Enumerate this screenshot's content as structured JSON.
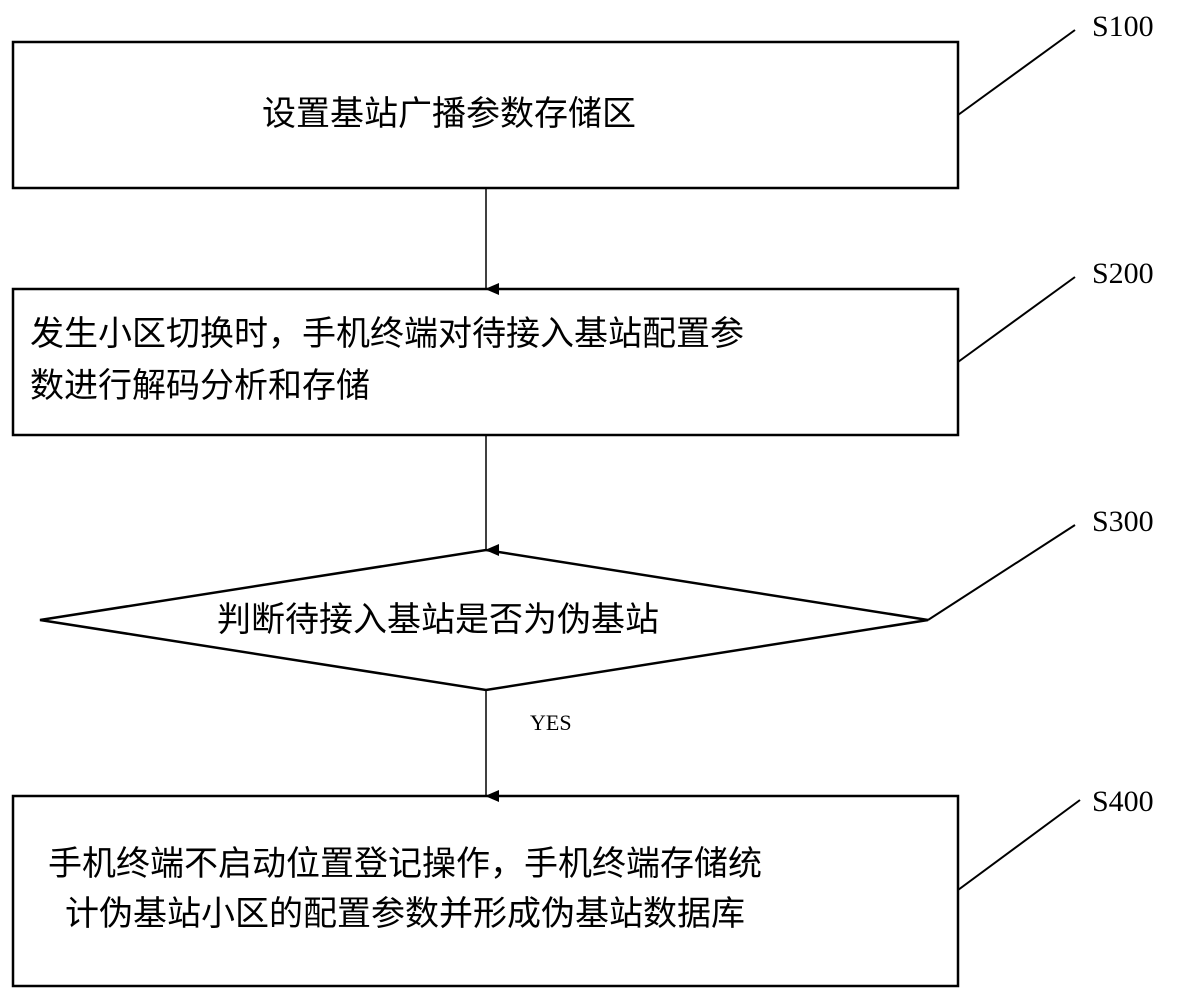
{
  "steps": [
    {
      "id": "S100",
      "text": "设置基站广播参数存储区"
    },
    {
      "id": "S200",
      "line1": "发生小区切换时，手机终端对待接入基站配置参",
      "line2": "数进行解码分析和存储"
    },
    {
      "id": "S300",
      "text": "判断待接入基站是否为伪基站",
      "branch_label": "YES"
    },
    {
      "id": "S400",
      "line1": "手机终端不启动位置登记操作，手机终端存储统",
      "line2": "计伪基站小区的配置参数并形成伪基站数据库"
    }
  ],
  "colors": {
    "stroke": "#000000",
    "background": "#ffffff"
  }
}
